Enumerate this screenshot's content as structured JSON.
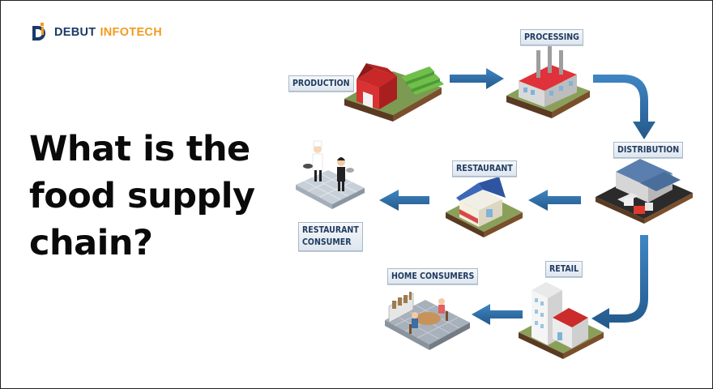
{
  "brand": {
    "name_part1": "DEBUT",
    "name_part2": "INFOTECH",
    "primary_color": "#1b3a67",
    "accent_color": "#f39a1f"
  },
  "headline": {
    "line1": "What is the",
    "line2": "food supply",
    "line3": "chain?"
  },
  "stages": {
    "production": "PRODUCTION",
    "processing": "PROCESSING",
    "distribution": "DISTRIBUTION",
    "restaurant": "RESTAURANT",
    "restaurant_consumer_1": "RESTAURANT",
    "restaurant_consumer_2": "CONSUMER",
    "retail": "RETAIL",
    "home_consumers": "HOME CONSUMERS"
  },
  "arrow_color": "#2f6fa6"
}
